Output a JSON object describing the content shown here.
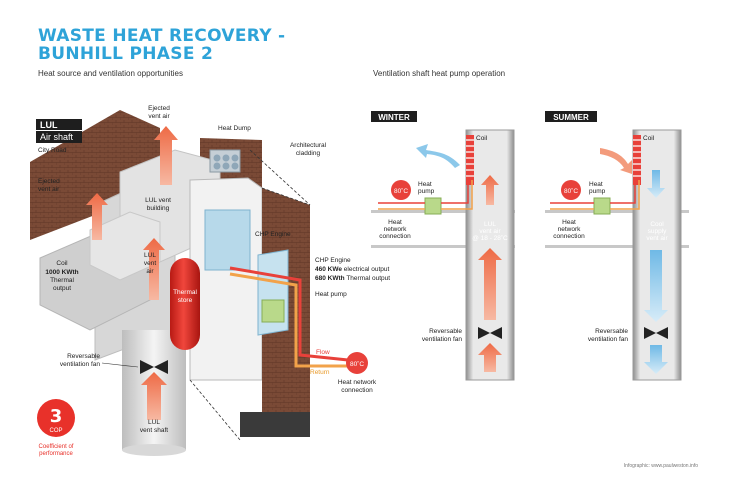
{
  "header": {
    "title_line1": "WASTE HEAT RECOVERY -",
    "title_line2": "BUNHILL PHASE 2",
    "left_subtitle": "Heat source and ventilation opportunities",
    "right_subtitle": "Ventilation shaft heat pump operation"
  },
  "left_diagram": {
    "lul_badge": "LUL",
    "air_shaft_badge": "Air shaft",
    "city_road": "City Road",
    "ejected_vent_air_top": [
      "Ejected",
      "vent air"
    ],
    "ejected_vent_air_left": [
      "Ejected",
      "vent air"
    ],
    "lul_vent_building": [
      "LUL vent",
      "building"
    ],
    "heat_dump": "Heat Dump",
    "architectural_cladding": [
      "Architectural",
      "cladding"
    ],
    "chp_engine_label": "CHP Engine",
    "chp_engine_title": "CHP Engine",
    "chp_elec_value": "460 KWe",
    "chp_elec_text": "electrical output",
    "chp_therm_value": "680 KWth",
    "chp_therm_text": "Thermal output",
    "heat_pump": "Heat pump",
    "coil": "Coil",
    "coil_value": "1000 KWth",
    "coil_thermal": [
      "Thermal",
      "output"
    ],
    "lul_vent_air": [
      "LUL",
      "vent",
      "air"
    ],
    "thermal_store": [
      "Thermal",
      "store"
    ],
    "reversable_fan": [
      "Reversable",
      "ventilation fan"
    ],
    "lul_vent_shaft": [
      "LUL",
      "vent shaft"
    ],
    "flow": "Flow",
    "return": "Return",
    "temp_80": "80˚C",
    "heat_network_connection": [
      "Heat network",
      "connection"
    ],
    "cop_value": "3",
    "cop_label": "COP",
    "coefficient": [
      "Coefficient of",
      "performance"
    ]
  },
  "winter": {
    "heading": "WINTER",
    "coil": "Coil",
    "temp": "80˚C",
    "heat_pump": [
      "Heat",
      "pump"
    ],
    "heat_network": [
      "Heat",
      "network",
      "connection"
    ],
    "shaft_text": [
      "LUL",
      "vent air",
      "@ 18 - 28˚C"
    ],
    "fan": [
      "Reversable",
      "ventilation fan"
    ]
  },
  "summer": {
    "heading": "SUMMER",
    "coil": "Coil",
    "temp": "80˚C",
    "heat_pump": [
      "Heat",
      "pump"
    ],
    "heat_network": [
      "Heat",
      "network",
      "connection"
    ],
    "shaft_text": [
      "Cool",
      "supply",
      "vent air"
    ],
    "fan": [
      "Reversable",
      "ventilation fan"
    ]
  },
  "credit": "Infographic: www.paulweston.info",
  "colors": {
    "title_blue": "#2ea3d8",
    "brick": "#7a4a36",
    "heat_red": "#e8413a",
    "vent_orange": "#ef8a6a",
    "cool_blue": "#8cc8ea",
    "heat_pump_green": "#b9d98a",
    "shaft_grey": "#9a9a9a",
    "cop_red": "#e8312a"
  }
}
